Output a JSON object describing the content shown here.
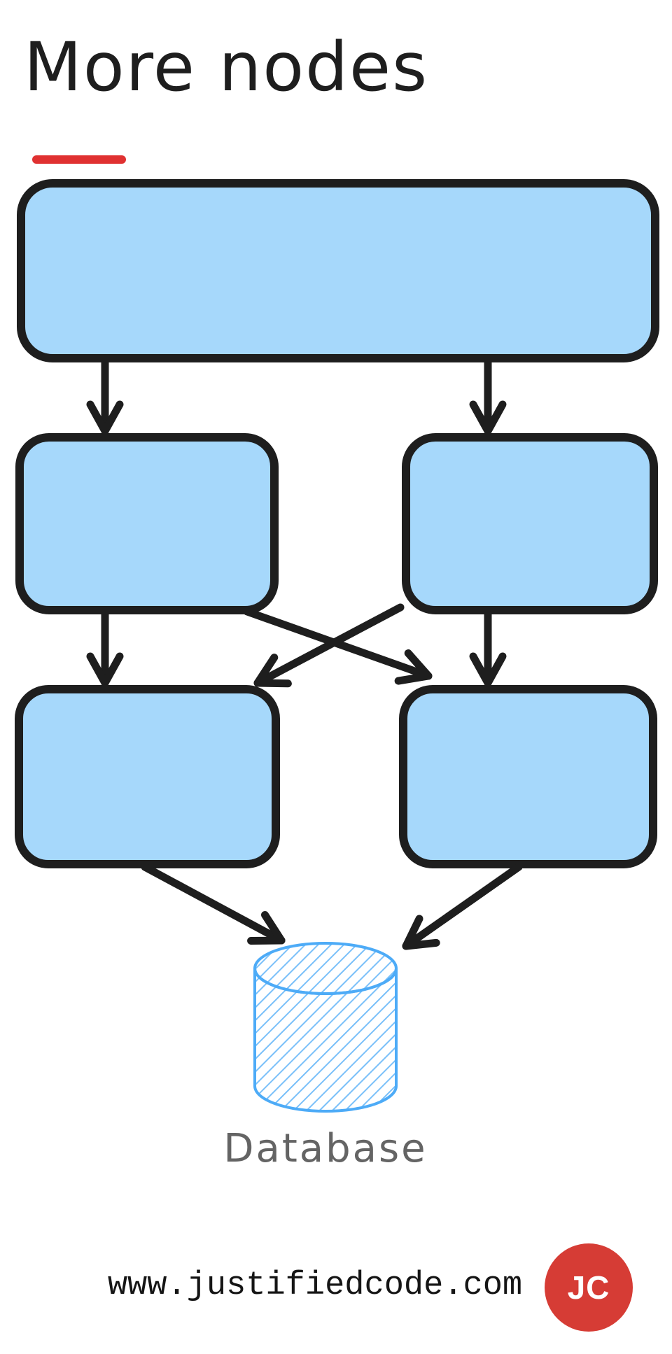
{
  "title": {
    "text": "More nodes"
  },
  "diagram": {
    "nodes": [
      {
        "id": "top",
        "label": ""
      },
      {
        "id": "mid-left",
        "label": ""
      },
      {
        "id": "mid-right",
        "label": ""
      },
      {
        "id": "bottom-left",
        "label": ""
      },
      {
        "id": "bottom-right",
        "label": ""
      },
      {
        "id": "database",
        "label": "Database"
      }
    ],
    "edges": [
      "top -> mid-left",
      "top -> mid-right",
      "mid-left -> bottom-left",
      "mid-left -> bottom-right",
      "mid-right -> bottom-left",
      "mid-right -> bottom-right",
      "bottom-left -> database",
      "bottom-right -> database"
    ],
    "database_label": "Database",
    "colors": {
      "node_fill": "#a6d8fb",
      "node_stroke": "#1e1e1e",
      "arrow": "#1e1e1e",
      "database_stroke": "#4dabf7",
      "database_label_color": "#646464",
      "title_underline": "#e03131"
    }
  },
  "footer": {
    "website": "www.justifiedcode.com",
    "logo_text": "JC",
    "logo_color": "#d63c35"
  }
}
